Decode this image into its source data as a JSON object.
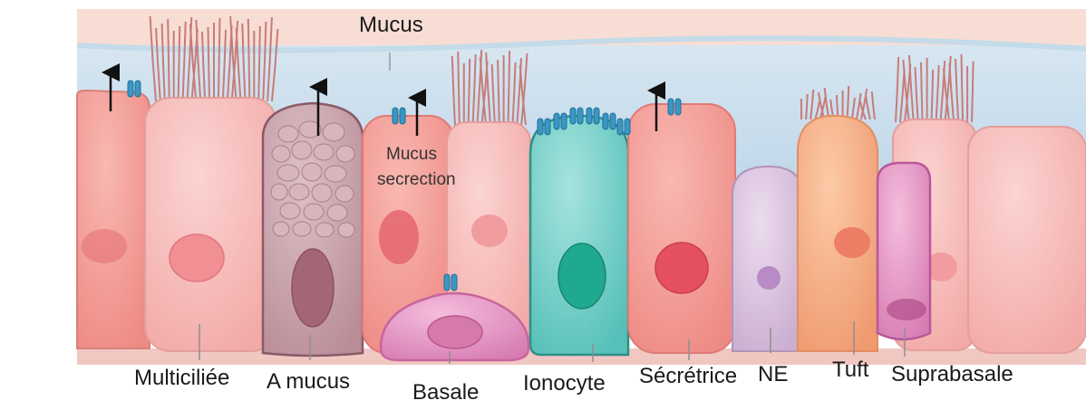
{
  "top_label": "Mucus",
  "secretion_label_line1": "Mucus",
  "secretion_label_line2": "secrection",
  "cells": [
    {
      "id": "multiciliee",
      "label": "Multiciliée",
      "color": "#f6b7b5"
    },
    {
      "id": "a-mucus",
      "label": "A mucus",
      "color": "#cfa9b0"
    },
    {
      "id": "basale",
      "label": "Basale",
      "color": "#e994bd"
    },
    {
      "id": "ionocyte",
      "label": "Ionocyte",
      "color": "#7fd3cc"
    },
    {
      "id": "secretrice",
      "label": "Sécrétrice",
      "color": "#f59a93"
    },
    {
      "id": "ne",
      "label": "NE",
      "color": "#dcc5e0"
    },
    {
      "id": "tuft",
      "label": "Tuft",
      "color": "#f6b38d"
    },
    {
      "id": "suprabasale",
      "label": "Suprabasale",
      "color": "#e79ac8"
    }
  ],
  "colors": {
    "mucus_layer": "#f8dcd3",
    "fluid_layer": "#c6dced",
    "cilia": "#c87c78",
    "channel": "#3a97c4",
    "leader": "#8f8f8f"
  }
}
